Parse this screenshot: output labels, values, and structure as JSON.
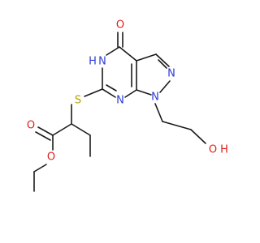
{
  "molecule": {
    "colors": {
      "carbon_bond": "#1a1a1a",
      "oxygen": "#e0201b",
      "nitrogen": "#2f3bd6",
      "sulfur": "#b3a100"
    },
    "atoms": {
      "o_ketone": "O",
      "nh": "H",
      "nh_n": "N",
      "s": "S",
      "n_ring_right": "N",
      "n_pyrazole": "N",
      "n_bottom": "N",
      "n_hydroxyethyl": "N",
      "o_carbonyl": "O",
      "o_ester": "O",
      "oh_o": "O",
      "oh_h": "H"
    }
  }
}
